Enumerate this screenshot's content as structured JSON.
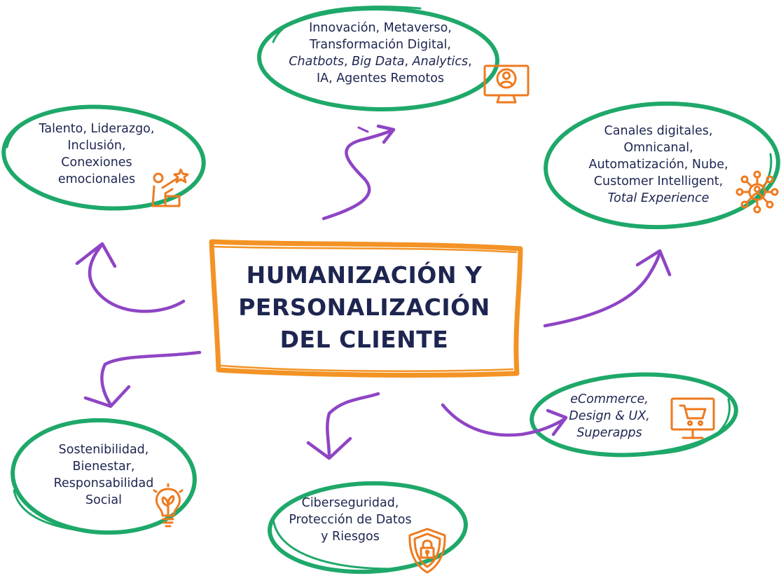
{
  "center": {
    "lines": [
      "HUMANIZACIÓN Y",
      "PERSONALIZACIÓN",
      "DEL CLIENTE"
    ]
  },
  "nodes": [
    {
      "id": "innovacion",
      "icon": "monitor-person-icon",
      "lines": [
        [
          {
            "t": "Innovación, Metaverso,",
            "i": false
          }
        ],
        [
          {
            "t": "Transformación Digital,",
            "i": false
          }
        ],
        [
          {
            "t": "Chatbots",
            "i": true
          },
          {
            "t": ", ",
            "i": false
          },
          {
            "t": "Big Data",
            "i": true
          },
          {
            "t": ", ",
            "i": false
          },
          {
            "t": "Analytics",
            "i": true
          },
          {
            "t": ",",
            "i": false
          }
        ],
        [
          {
            "t": "IA, Agentes Remotos",
            "i": false
          }
        ]
      ]
    },
    {
      "id": "talento",
      "icon": "person-star-icon",
      "lines": [
        [
          {
            "t": "Talento, Liderazgo,",
            "i": false
          }
        ],
        [
          {
            "t": "Inclusión,",
            "i": false
          }
        ],
        [
          {
            "t": "Conexiones",
            "i": false
          }
        ],
        [
          {
            "t": "emocionales",
            "i": false
          }
        ]
      ]
    },
    {
      "id": "canales",
      "icon": "network-people-icon",
      "lines": [
        [
          {
            "t": "Canales digitales,",
            "i": false
          }
        ],
        [
          {
            "t": "Omnicanal,",
            "i": false
          }
        ],
        [
          {
            "t": "Automatización, Nube,",
            "i": false
          }
        ],
        [
          {
            "t": "Customer Intelligent,",
            "i": false
          }
        ],
        [
          {
            "t": "Total Experience",
            "i": true
          }
        ]
      ]
    },
    {
      "id": "ecommerce",
      "icon": "shopping-cart-monitor-icon",
      "lines": [
        [
          {
            "t": "eCommerce,",
            "i": true
          }
        ],
        [
          {
            "t": "Design & UX,",
            "i": true
          }
        ],
        [
          {
            "t": "Superapps",
            "i": true
          }
        ]
      ]
    },
    {
      "id": "sostenibilidad",
      "icon": "lightbulb-plant-icon",
      "lines": [
        [
          {
            "t": "Sostenibilidad,",
            "i": false
          }
        ],
        [
          {
            "t": "Bienestar,",
            "i": false
          }
        ],
        [
          {
            "t": "Responsabilidad",
            "i": false
          }
        ],
        [
          {
            "t": "Social",
            "i": false
          }
        ]
      ]
    },
    {
      "id": "ciberseguridad",
      "icon": "shield-lock-icon",
      "lines": [
        [
          {
            "t": "Ciberseguridad,",
            "i": false
          }
        ],
        [
          {
            "t": "Protección de Datos",
            "i": false
          }
        ],
        [
          {
            "t": "y Riesgos",
            "i": false
          }
        ]
      ]
    }
  ],
  "colors": {
    "text": "#1d2550",
    "ellipse": "#1ea86a",
    "frame": "#f39325",
    "arrow": "#8e45c4",
    "icon": "#ee7a1f"
  }
}
